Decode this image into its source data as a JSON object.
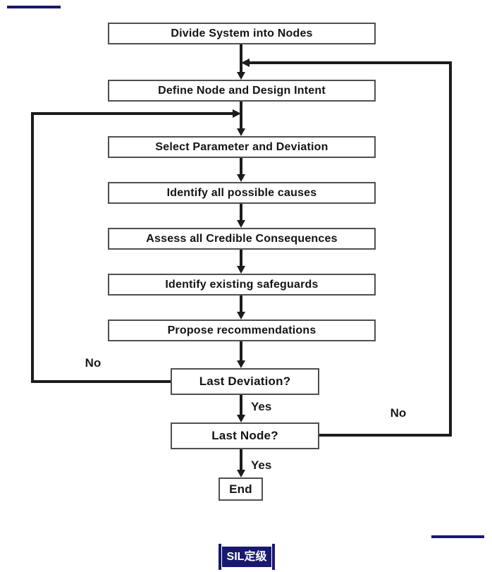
{
  "page": {
    "background": "#ffffff",
    "type": "hazop-style process flowchart"
  },
  "colors": {
    "flow_line": "#1c1c1c",
    "box_border": "#4f4f4f",
    "box_fill": "#ffffff",
    "text": "#141414",
    "accent_navy": "#191970",
    "footer_tag_bg": "#191970",
    "footer_tag_text": "#ffffff"
  },
  "flowchart": {
    "nodes": [
      {
        "id": "divide-system",
        "label": "Divide System into Nodes"
      },
      {
        "id": "define-node",
        "label": "Define Node and Design Intent"
      },
      {
        "id": "select-parameter",
        "label": "Select Parameter and Deviation"
      },
      {
        "id": "identify-causes",
        "label": "Identify all possible causes"
      },
      {
        "id": "assess-consequences",
        "label": "Assess all Credible Consequences"
      },
      {
        "id": "identify-safeguards",
        "label": "Identify existing safeguards"
      },
      {
        "id": "propose-recommendations",
        "label": "Propose recommendations"
      },
      {
        "id": "last-deviation",
        "label": "Last Deviation?"
      },
      {
        "id": "last-node",
        "label": "Last Node?"
      },
      {
        "id": "end",
        "label": "End"
      }
    ],
    "edge_labels": {
      "yes_after_last_deviation": "Yes",
      "yes_after_last_node": "Yes",
      "no_last_deviation": "No",
      "no_last_node": "No"
    }
  },
  "footer_tag": {
    "label": "SIL定级"
  }
}
